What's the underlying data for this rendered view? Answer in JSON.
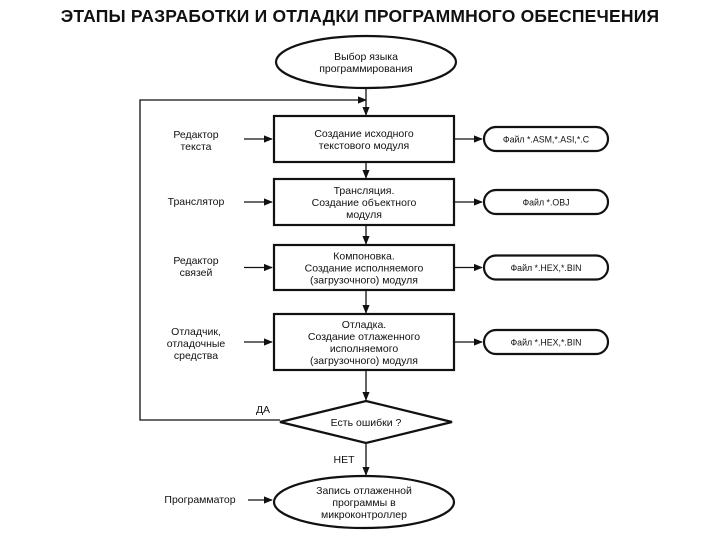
{
  "title": "ЭТАПЫ РАЗРАБОТКИ И ОТЛАДКИ ПРОГРАММНОГО ОБЕСПЕЧЕНИЯ",
  "start": [
    "Выбор языка",
    "программирования"
  ],
  "steps": [
    {
      "tool": [
        "Редактор",
        "текста"
      ],
      "process": [
        "Создание исходного",
        "текстового модуля"
      ],
      "file": "Файл *.ASM,*.ASI,*.C"
    },
    {
      "tool": [
        "Транслятор"
      ],
      "process": [
        "Трансляция.",
        "Создание объектного",
        "модуля"
      ],
      "file": "Файл *.OBJ"
    },
    {
      "tool": [
        "Редактор",
        "связей"
      ],
      "process": [
        "Компоновка.",
        "Создание исполняемого",
        "(загрузочного) модуля"
      ],
      "file": "Файл *.HEX,*.BIN"
    },
    {
      "tool": [
        "Отладчик,",
        "отладочные",
        "средства"
      ],
      "process": [
        "Отладка.",
        "Создание отлаженного",
        "исполняемого",
        "(загрузочного) модуля"
      ],
      "file": "Файл *.HEX,*.BIN"
    }
  ],
  "decision": {
    "question": "Есть ошибки ?",
    "yes": "ДА",
    "no": "НЕТ"
  },
  "end": {
    "tool": "Программатор",
    "text": [
      "Запись отлаженной",
      "программы в",
      "микроконтроллер"
    ]
  }
}
